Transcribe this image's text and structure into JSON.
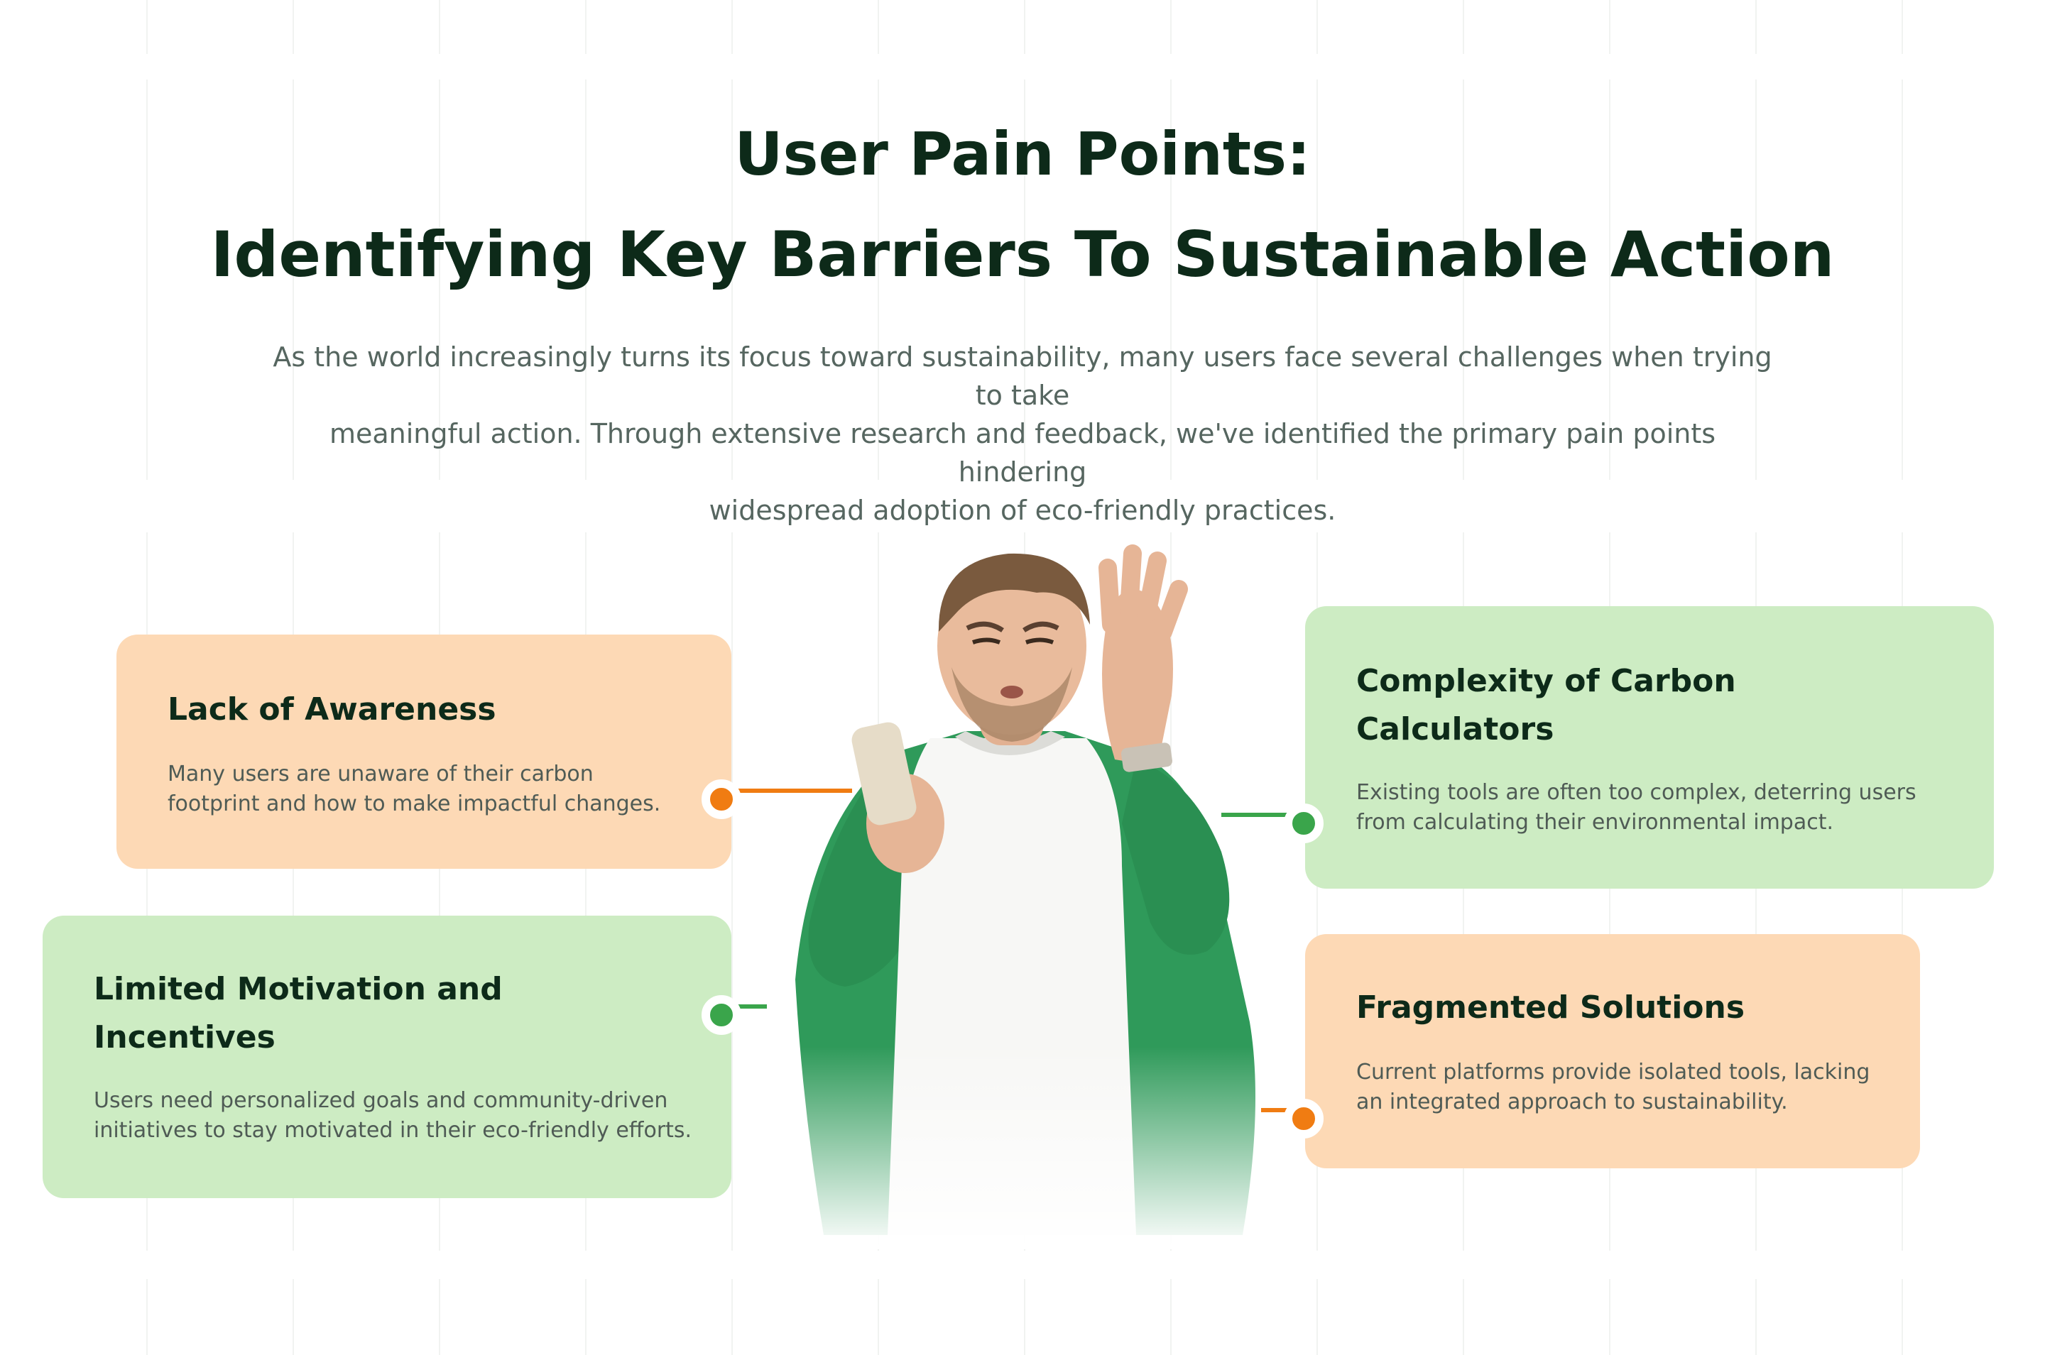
{
  "header": {
    "title_line_1": "User Pain Points:",
    "title_line_2": "Identifying Key Barriers To Sustainable Action",
    "subtitle_line_1": "As the world increasingly turns its focus toward sustainability, many users face several challenges when trying to take",
    "subtitle_line_2": "meaningful action. Through extensive research and feedback, we've identified the primary pain points hindering",
    "subtitle_line_3": "widespread adoption of eco-friendly practices."
  },
  "cards": {
    "awareness": {
      "title": "Lack of Awareness",
      "text_line_1": "Many users are unaware of their carbon",
      "text_line_2": "footprint and how to make impactful changes."
    },
    "motivation": {
      "title_line_1": "Limited Motivation and",
      "title_line_2": "Incentives",
      "text_line_1": "Users need personalized goals and community-driven",
      "text_line_2": "initiatives to stay motivated in their eco-friendly efforts."
    },
    "complexity": {
      "title_line_1": "Complexity of Carbon",
      "title_line_2": "Calculators",
      "text_line_1": "Existing tools are often too complex, deterring users",
      "text_line_2": "from calculating their environmental impact."
    },
    "fragmented": {
      "title": "Fragmented Solutions",
      "text_line_1": "Current platforms provide isolated tools, lacking",
      "text_line_2": "an integrated approach to sustainability."
    }
  },
  "colors": {
    "title": "#0d2a19",
    "orange_card": "#fdd9b5",
    "green_card": "#cdecc3",
    "orange_accent": "#f07c12",
    "green_accent": "#3aa54b"
  }
}
